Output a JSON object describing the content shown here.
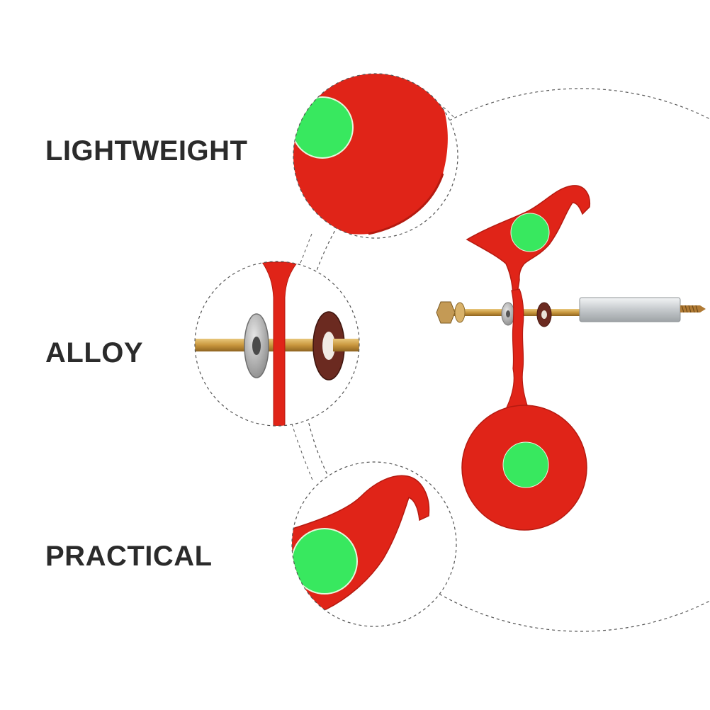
{
  "features": [
    {
      "label": "LIGHTWEIGHT"
    },
    {
      "label": "ALLOY"
    },
    {
      "label": "PRACTICAL"
    }
  ],
  "colors": {
    "target_red": "#e02418",
    "target_red_dark": "#b51a10",
    "spot_green": "#38e85f",
    "rod_brass": "#c9973e",
    "washer_silver": "#b8b8b8",
    "washer_brown": "#6b2a20",
    "sleeve_aluminum": "#d8dcde",
    "dashed_line": "#555555",
    "text": "#2b2b2b"
  },
  "icons": [
    "bird-shaped-target",
    "round-target",
    "mounting-rod",
    "washer",
    "screw"
  ]
}
